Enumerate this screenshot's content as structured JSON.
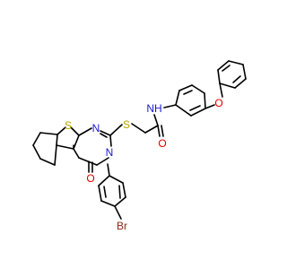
{
  "colors": {
    "bond": "#000000",
    "S": "#b8a200",
    "N": "#1a1acc",
    "O": "#dd0000",
    "Br": "#8b2a12"
  },
  "atoms": {
    "S_thiophene": "S",
    "N_ring_top": "N",
    "N_ring_bottom": "N",
    "S_thioether": "S",
    "O_carbonyl_ring": "O",
    "O_amide": "O",
    "NH_amide": "NH",
    "O_ether": "O",
    "Br": "Br"
  }
}
